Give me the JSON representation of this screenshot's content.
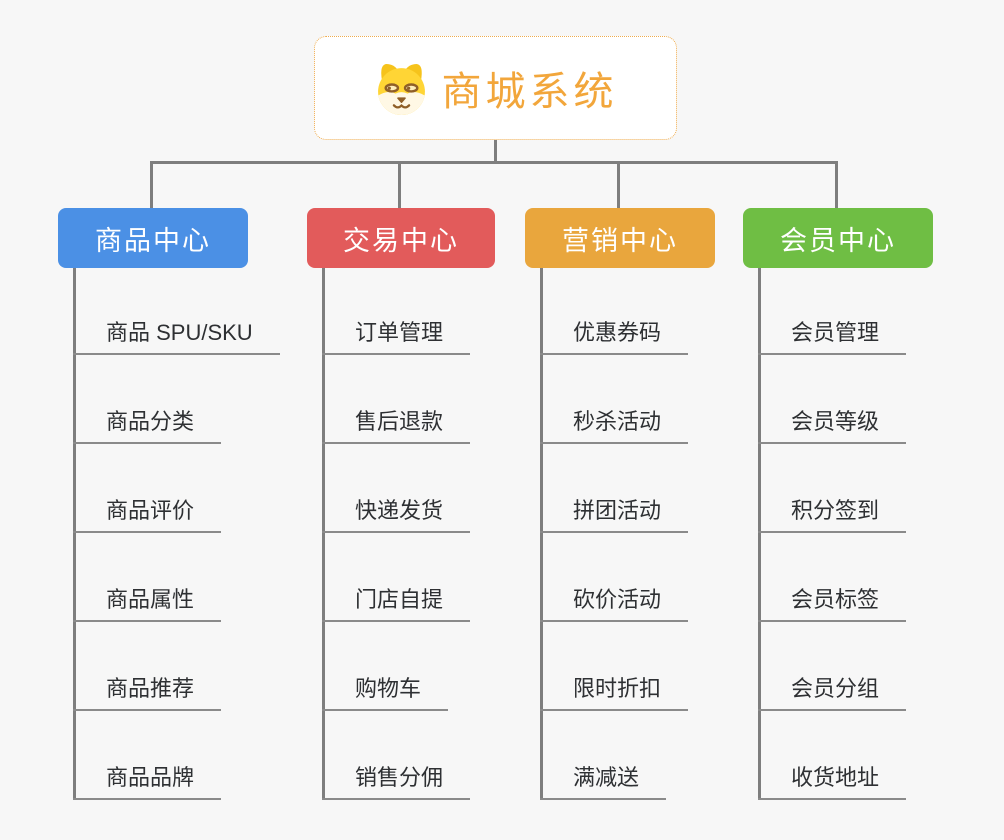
{
  "page": {
    "background_color": "#f7f7f7",
    "connector_color": "#7e7e7e",
    "underline_color": "#8a8a8a"
  },
  "root": {
    "title": "商城系统",
    "icon": "shiba-dog-icon",
    "accent_color": "#f2a63b",
    "border_color": "#efac4e"
  },
  "branches": [
    {
      "label": "商品中心",
      "color": "#4b90e5",
      "items": [
        "商品 SPU/SKU",
        "商品分类",
        "商品评价",
        "商品属性",
        "商品推荐",
        "商品品牌"
      ]
    },
    {
      "label": "交易中心",
      "color": "#e25b5b",
      "items": [
        "订单管理",
        "售后退款",
        "快递发货",
        "门店自提",
        "购物车",
        "销售分佣"
      ]
    },
    {
      "label": "营销中心",
      "color": "#e9a63d",
      "items": [
        "优惠券码",
        "秒杀活动",
        "拼团活动",
        "砍价活动",
        "限时折扣",
        "满减送"
      ]
    },
    {
      "label": "会员中心",
      "color": "#6fbe44",
      "items": [
        "会员管理",
        "会员等级",
        "积分签到",
        "会员标签",
        "会员分组",
        "收货地址"
      ]
    }
  ]
}
